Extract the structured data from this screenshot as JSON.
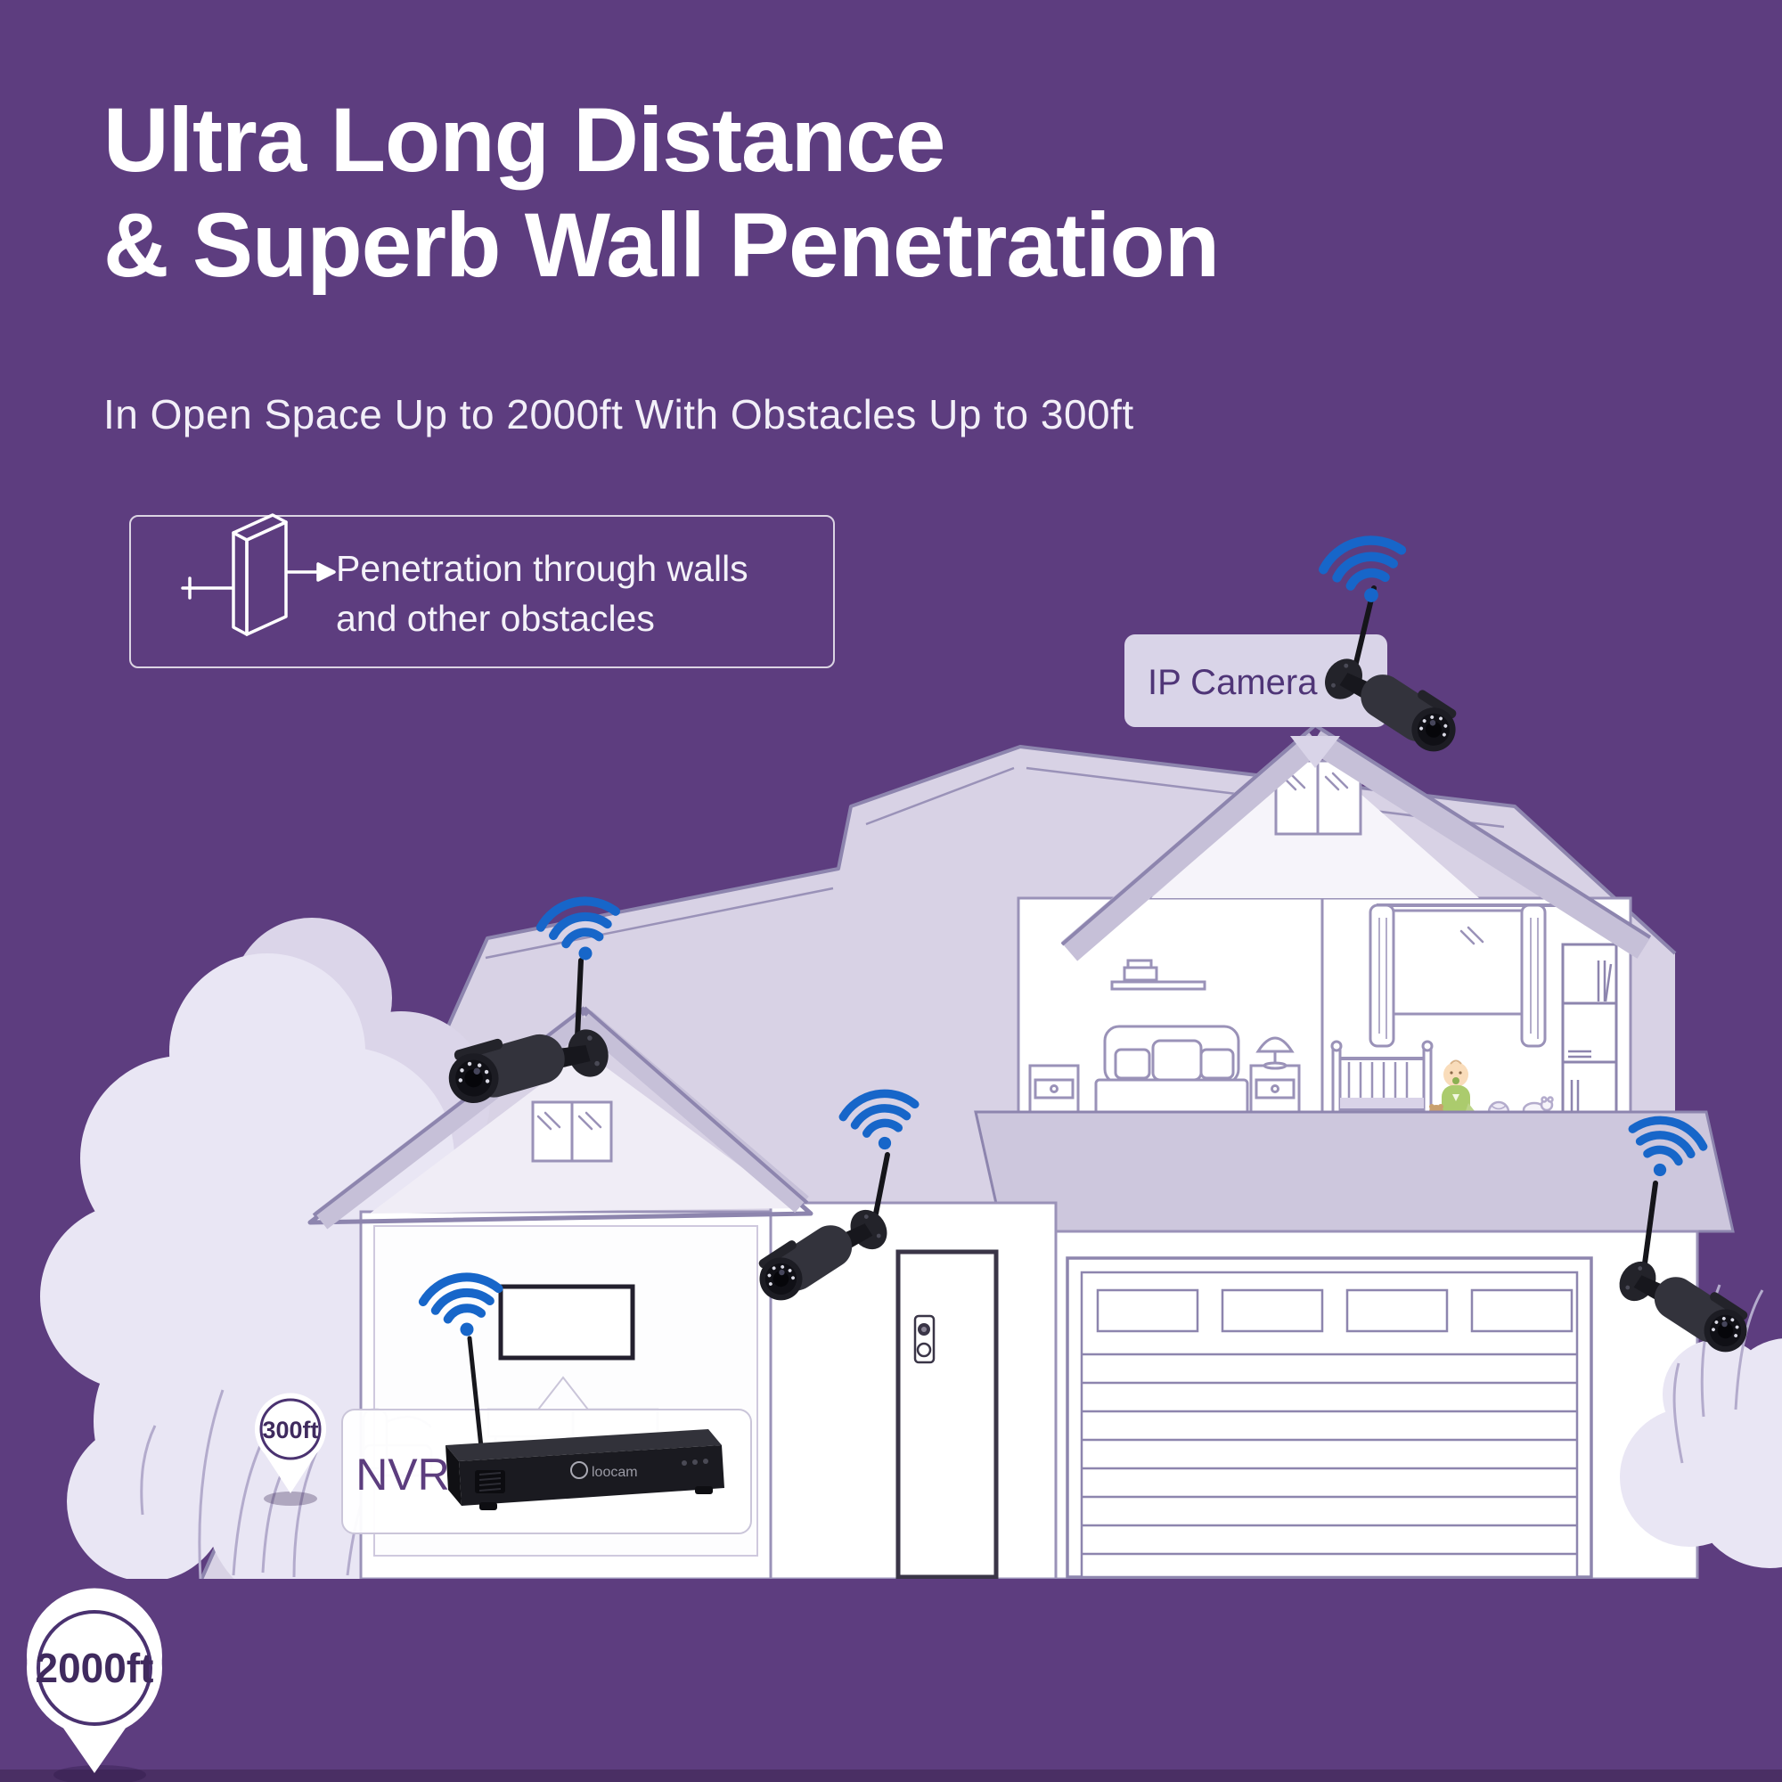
{
  "colors": {
    "background": "#5d3d7f",
    "footer_strip": "#4a2f64",
    "roof_light": "#d8d2e5",
    "roof_mid": "#c6c0d8",
    "band": "#cdc7dd",
    "outline": "#8d85ae",
    "outline_soft": "#b3abcc",
    "tree": "#e9e6f4",
    "accent_blue": "#1766c9",
    "label_purple": "#5c3d7e",
    "pin_text": "#3f2a5e",
    "camera_body": "#33333c",
    "white": "#ffffff"
  },
  "header": {
    "title_line1": "Ultra Long Distance",
    "title_line2": "& Superb Wall Penetration",
    "subtitle": "In Open Space Up to 2000ft With Obstacles Up to 300ft"
  },
  "feature": {
    "icon": "wall-penetration-icon",
    "lines": [
      "Penetration through walls",
      "and other obstacles"
    ]
  },
  "scene": {
    "ip_camera_label": "IP Camera",
    "nvr_label": "NVR",
    "nvr_brand": "loocam",
    "pin_near_label": "300ft",
    "pin_far_label": "2000ft",
    "icons": {
      "wifi": "wifi-icon",
      "camera": "bullet-camera",
      "nvr": "nvr-recorder",
      "pin": "map-pin-icon"
    },
    "cameras": [
      {
        "id": "camera-attic",
        "location": "main house attic gable"
      },
      {
        "id": "camera-left-house",
        "location": "left house gable"
      },
      {
        "id": "camera-front-door",
        "location": "above front door"
      },
      {
        "id": "camera-garage-corner",
        "location": "right garage corner"
      }
    ]
  }
}
